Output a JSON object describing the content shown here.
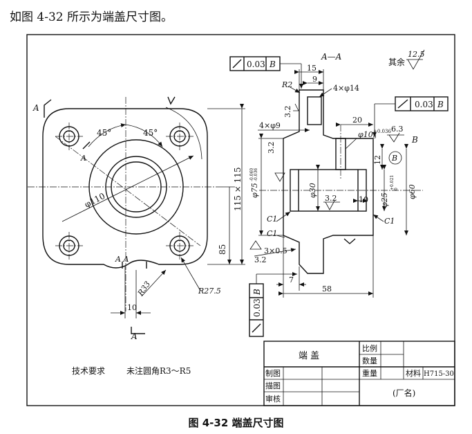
{
  "intro_text": "如图 4-32 所示为端盖尺寸图。",
  "figure_caption": "图 4-32   端盖尺寸图",
  "front_view": {
    "section_mark": "A",
    "angle_left": "45°",
    "angle_right": "45°",
    "dia_110": "φ110",
    "dim_115": "115 × 115",
    "dim_85": "85",
    "r33": "R33",
    "r275": "R27.5",
    "dim_10": "10",
    "section_a_pair": "A   A"
  },
  "section_view": {
    "title": "A—A",
    "tol_top_value": "0.03",
    "tol_top_datum": "B",
    "dim_15": "15",
    "dim_9": "9",
    "r2": "R2",
    "holes_4x14": "4×φ14",
    "rough_32_a": "3.2",
    "holes_4x9": "4×φ9",
    "dim_20": "20",
    "dia_10": "φ10",
    "dia_10_tol_upper": "+0.036",
    "dia_10_tol_lower": "0",
    "rough_63": "6.3",
    "datum_b": "B",
    "dim_12": "12",
    "rough_32_b": "3.2",
    "dia_75": "φ75",
    "dia_75_tol_upper": "-0.060",
    "dia_75_tol_lower": "-0.036",
    "dia_30": "φ30",
    "rough_32_c": "3.2",
    "dim_10b": "10",
    "dia_25": "φ25",
    "dia_25_tol_upper": "+0.021",
    "dia_25_tol_lower": "0",
    "dia_60": "φ60",
    "c1_a": "C1",
    "c1_b": "C1",
    "c1_c": "C1",
    "groove": "3×0.5",
    "rough_32_d": "3.2",
    "dim_7": "7",
    "dim_58": "58",
    "tol_right_value": "0.03",
    "tol_right_datum": "B",
    "tol_bottom_value": "0.03",
    "tol_bottom_datum": "B",
    "rest_label": "其余",
    "rest_roughness": "12.5"
  },
  "notes": {
    "tech_title": "技术要求",
    "tech_text": "未注圆角R3～R5"
  },
  "title_block": {
    "part_name": "端    盖",
    "scale_label": "比例",
    "quantity_label": "数量",
    "weight_label": "重量",
    "material_label": "材料",
    "material_value": "H715-30",
    "drawn_label": "制图",
    "traced_label": "描图",
    "checked_label": "审核",
    "factory": "(厂名)"
  }
}
